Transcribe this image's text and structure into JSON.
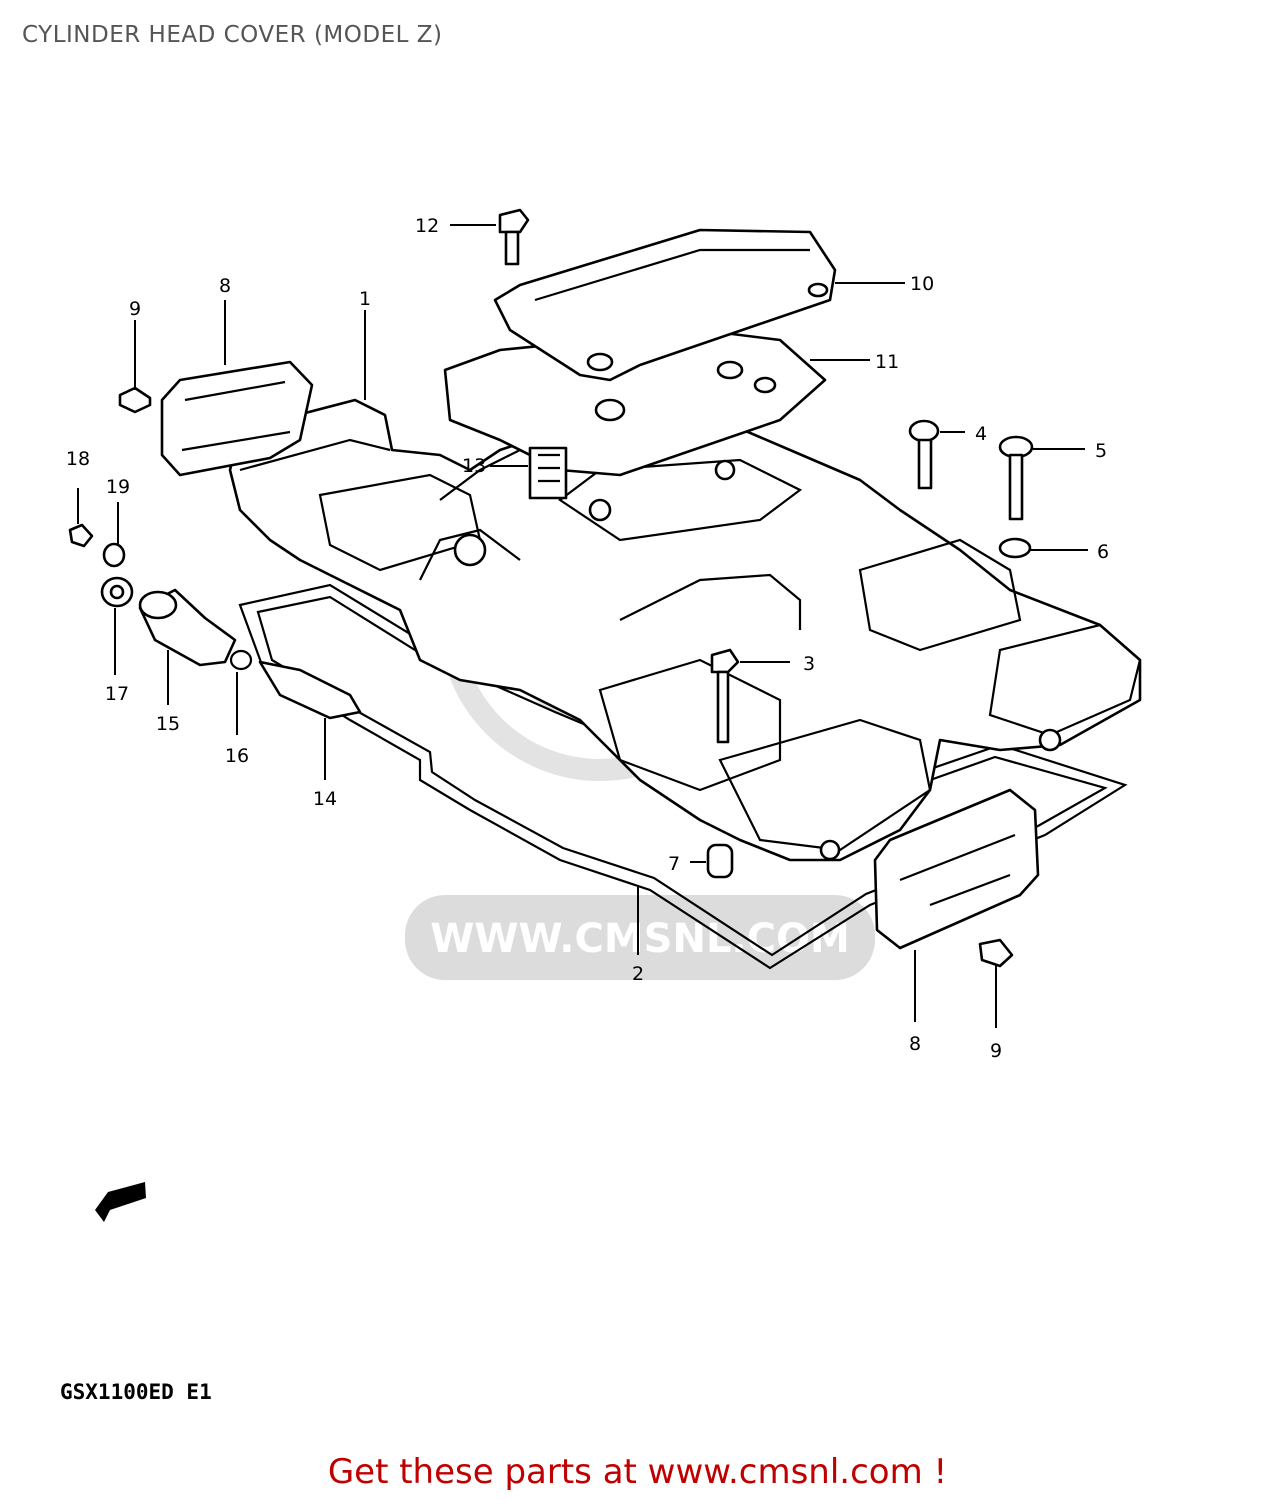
{
  "title": "CYLINDER HEAD COVER (MODEL Z)",
  "model_code": "GSX1100ED E1",
  "footer_link": "Get these parts at www.cmsnl.com !",
  "watermark": "WWW.CMSNL.COM",
  "callouts": {
    "c1": "1",
    "c2": "2",
    "c3": "3",
    "c4": "4",
    "c5": "5",
    "c6": "6",
    "c7": "7",
    "c8a": "8",
    "c8b": "8",
    "c9a": "9",
    "c9b": "9",
    "c10": "10",
    "c11": "11",
    "c12": "12",
    "c13": "13",
    "c14": "14",
    "c15": "15",
    "c16": "16",
    "c17": "17",
    "c18": "18",
    "c19": "19"
  },
  "colors": {
    "footer": "#c00000",
    "title": "#555555",
    "watermark": "#d9d9d9"
  }
}
